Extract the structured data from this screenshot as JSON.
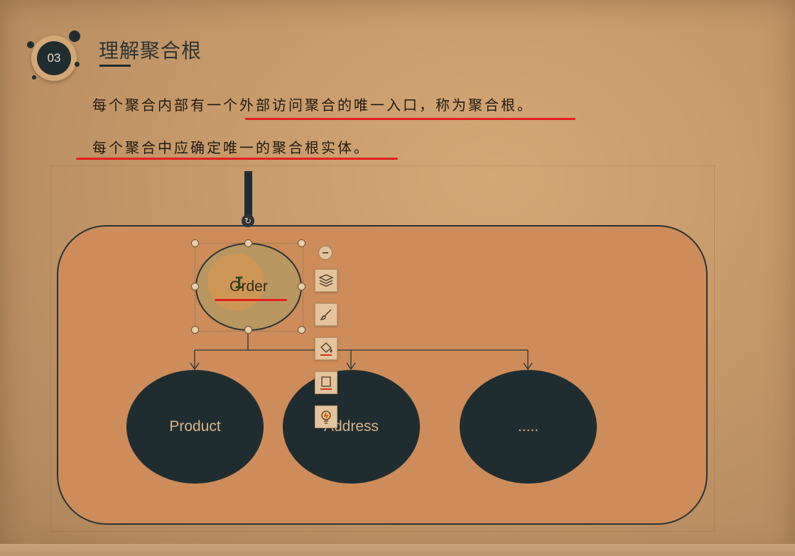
{
  "header": {
    "section_number": "03",
    "title": "理解聚合根"
  },
  "bullets": [
    "每个聚合内部有一个外部访问聚合的唯一入口，称为聚合根。",
    "每个聚合中应确定唯一的聚合根实体。"
  ],
  "diagram": {
    "root": "Order",
    "children": [
      "Product",
      "Address",
      "....."
    ]
  },
  "toolbar": {
    "buttons": [
      "layers-icon",
      "brush-icon",
      "fill-icon",
      "outline-icon",
      "lightbulb-icon"
    ],
    "collapse": "collapse-icon"
  },
  "colors": {
    "background": "#c79a6a",
    "aggregate_fill": "#cd8c5a",
    "node_dark": "#1f2d30",
    "node_text": "#d7b48a",
    "root_fill": "#b89760",
    "annotation_red": "#e0201e"
  }
}
